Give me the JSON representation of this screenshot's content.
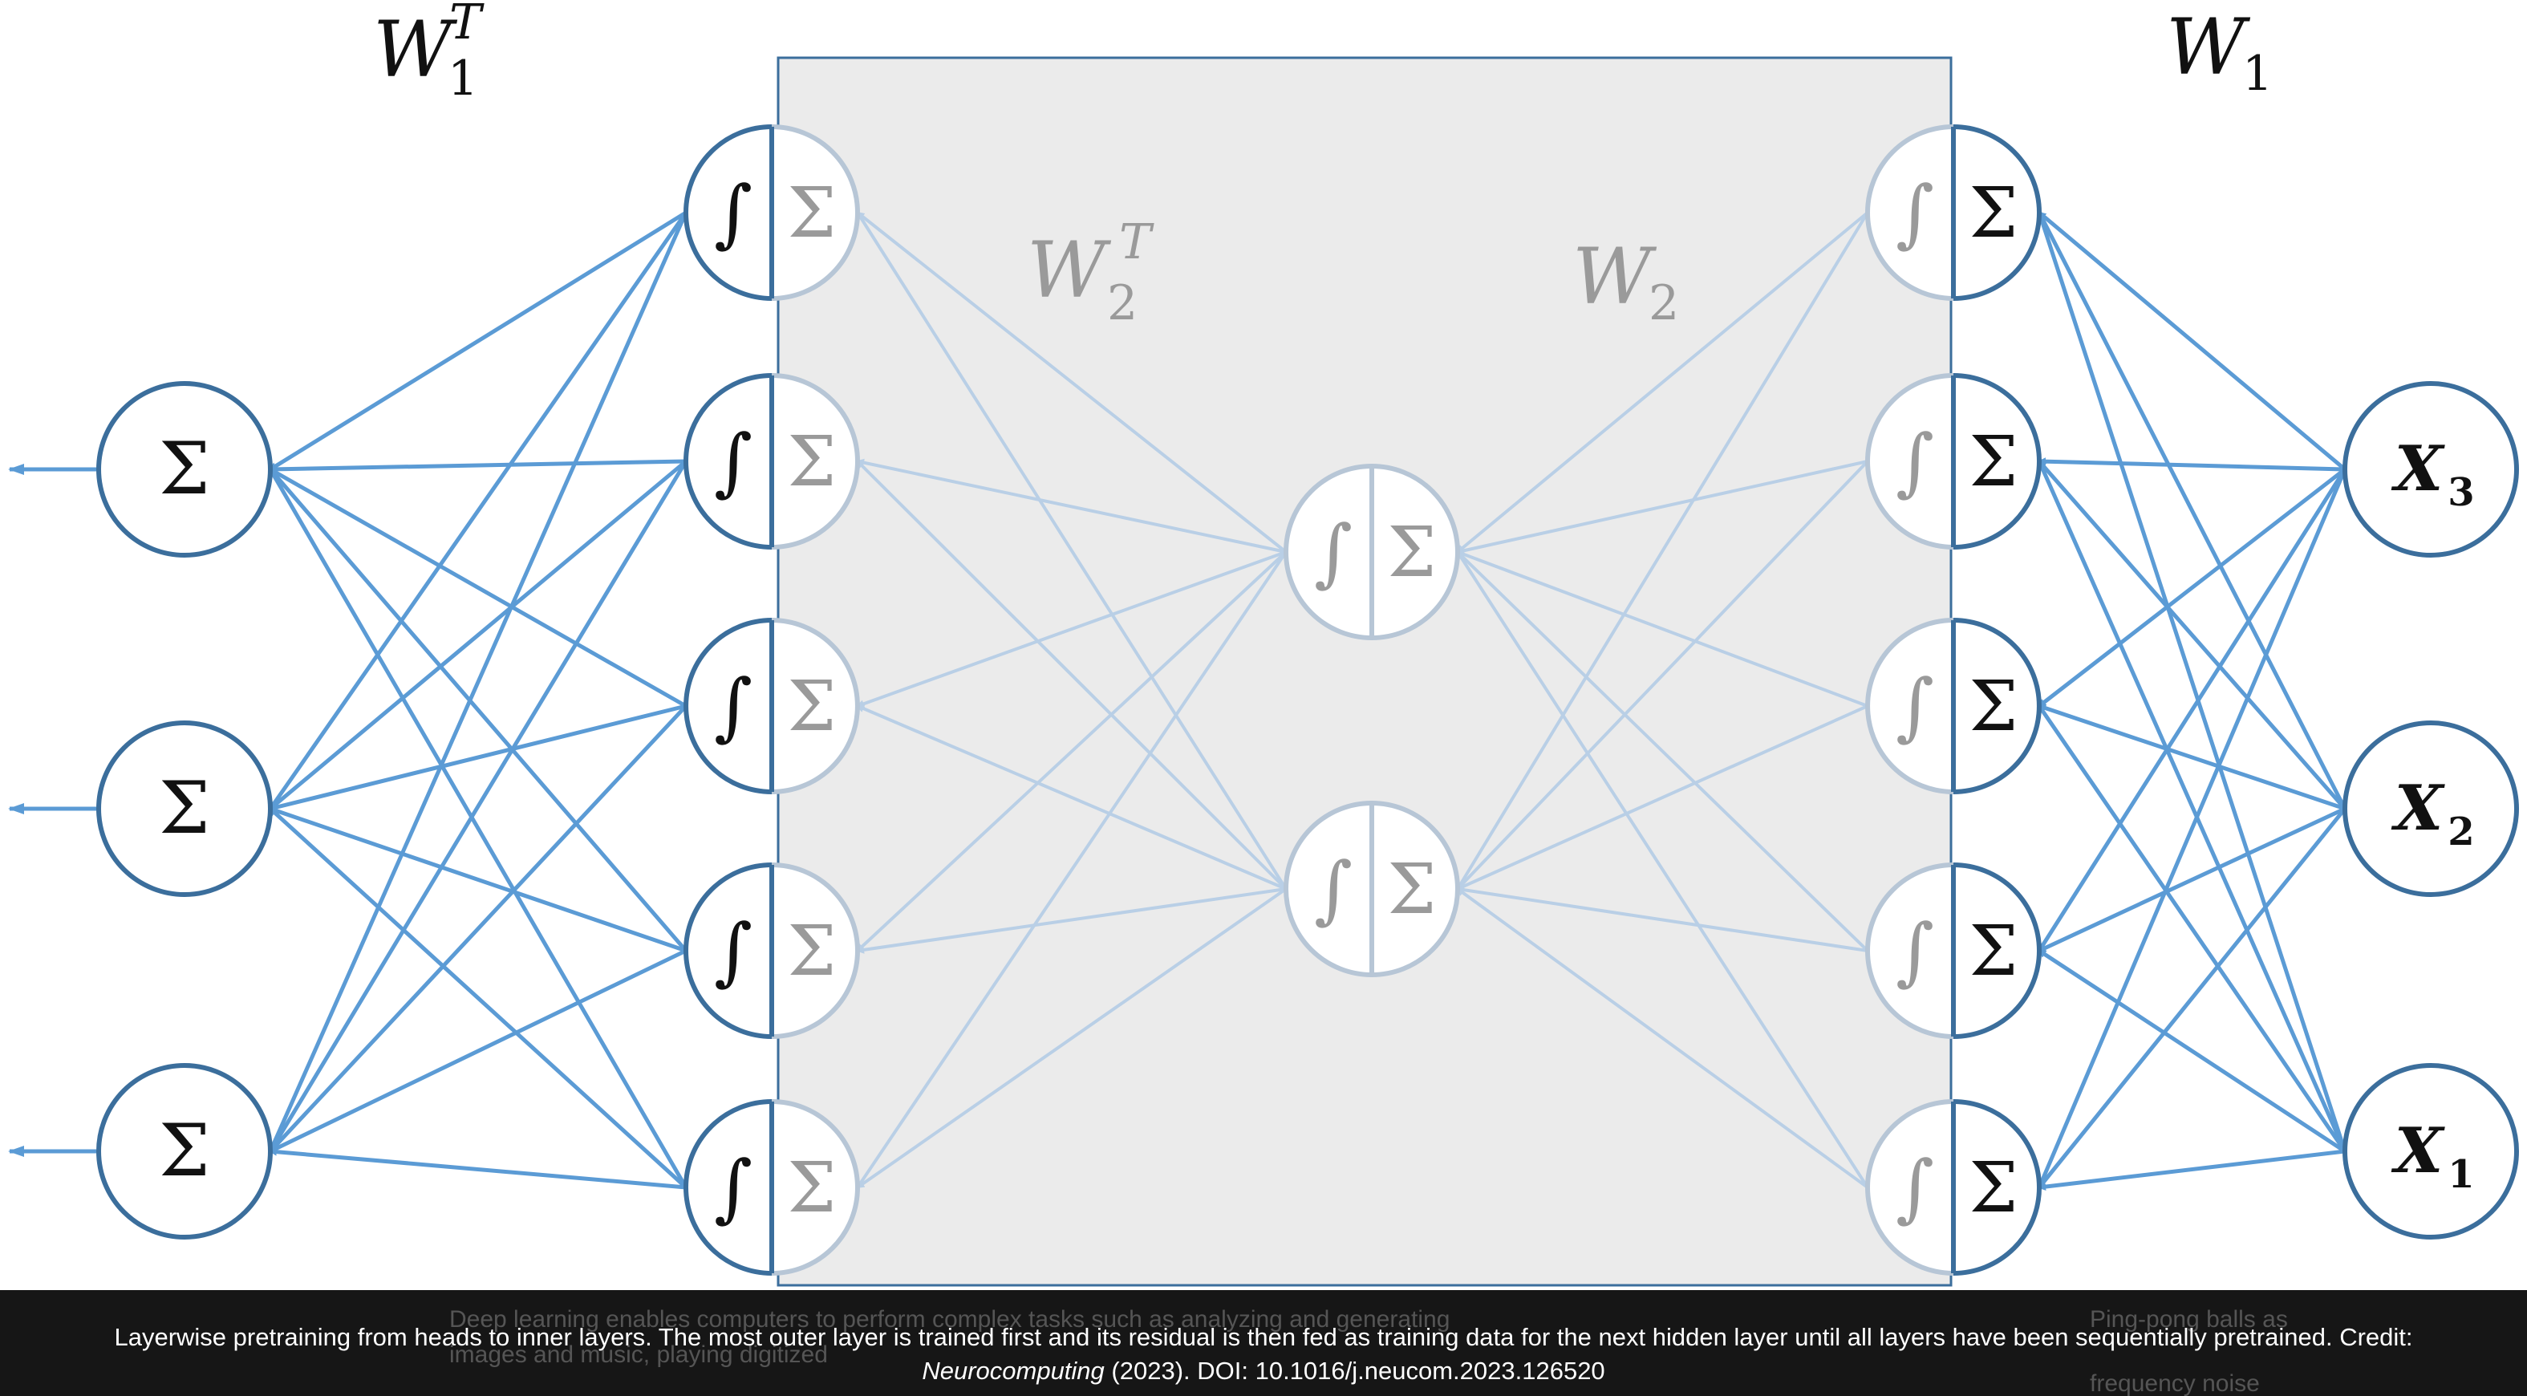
{
  "labels": {
    "w1t": "W",
    "w1t_sub": "1",
    "w1t_sup": "T",
    "w2t": "W",
    "w2t_sub": "2",
    "w2t_sup": "T",
    "w2": "W",
    "w2_sub": "2",
    "w1": "W",
    "w1_sub": "1"
  },
  "inputs": [
    {
      "main": "X",
      "sub": "3"
    },
    {
      "main": "X",
      "sub": "2"
    },
    {
      "main": "X",
      "sub": "1"
    }
  ],
  "sum_symbol": "Σ",
  "int_symbol": "∫",
  "colors": {
    "edge_active": "#5b9bd5",
    "edge_faded": "#b9cfe6",
    "node_stroke": "#3b6e9c",
    "node_faded": "#b7c6d6",
    "panel_fill": "#ebebeb",
    "panel_stroke": "#3b6e9c",
    "caption_bg": "#161616"
  },
  "caption": {
    "text": "Layerwise pretraining from heads to inner layers. The most outer layer is trained first and its residual is then fed as training data for the next hidden layer until all layers have been sequentially pretrained. Credit:",
    "journal": "Neurocomputing",
    "rest": " (2023). DOI: 10.1016/j.neucom.2023.126520"
  },
  "background_text": {
    "line1": "Deep learning enables computers to perform complex tasks such as analyzing and generating",
    "line2": "images and music, playing digitized",
    "side1": "Ping-pong balls as",
    "side2": "frequency noise"
  }
}
